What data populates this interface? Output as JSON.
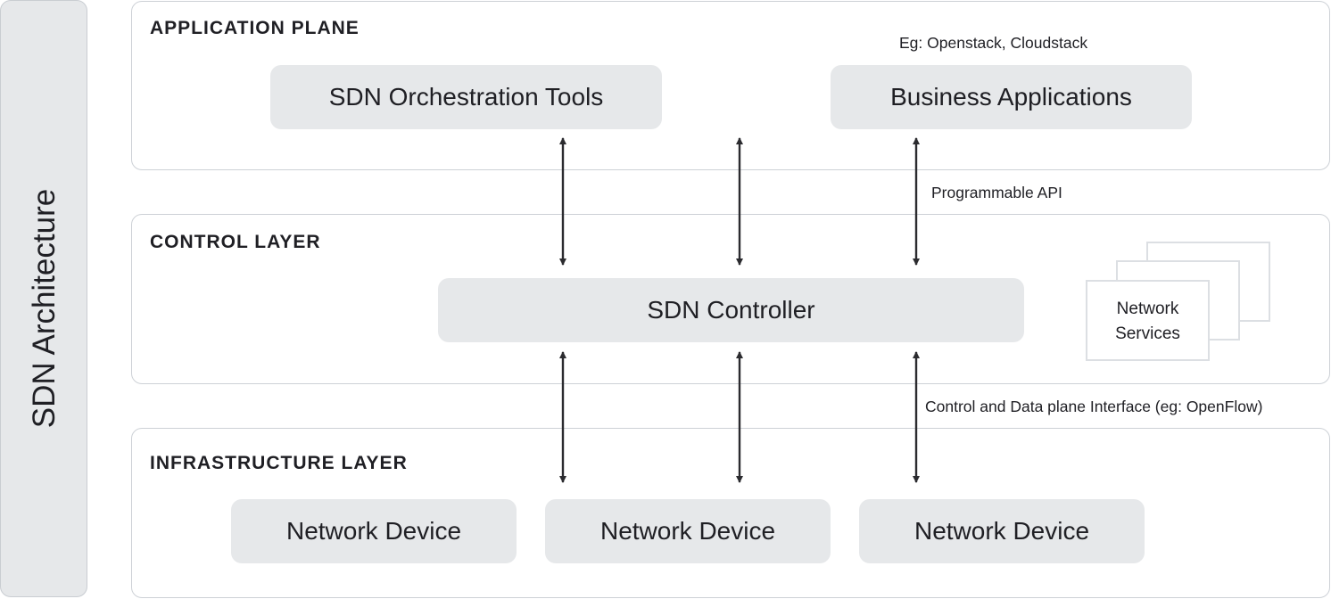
{
  "diagram": {
    "title": "SDN Architecture",
    "layers": {
      "application": {
        "title": "APPLICATION PLANE",
        "note": "Eg: Openstack, Cloudstack",
        "boxes": [
          "SDN Orchestration Tools",
          "Business Applications"
        ]
      },
      "control": {
        "title": "CONTROL LAYER",
        "controller": "SDN Controller",
        "services": [
          "Network",
          "Services"
        ]
      },
      "infrastructure": {
        "title": "INFRASTRUCTURE LAYER",
        "devices": [
          "Network Device",
          "Network Device",
          "Network Device"
        ]
      }
    },
    "interfaces": {
      "north": "Programmable API",
      "south": "Control and Data plane Interface (eg: OpenFlow)"
    },
    "colors": {
      "box_fill": "#e6e8ea",
      "border": "#cdd1d6",
      "arrow": "#2b2b2f",
      "text": "#1f1f24"
    }
  }
}
